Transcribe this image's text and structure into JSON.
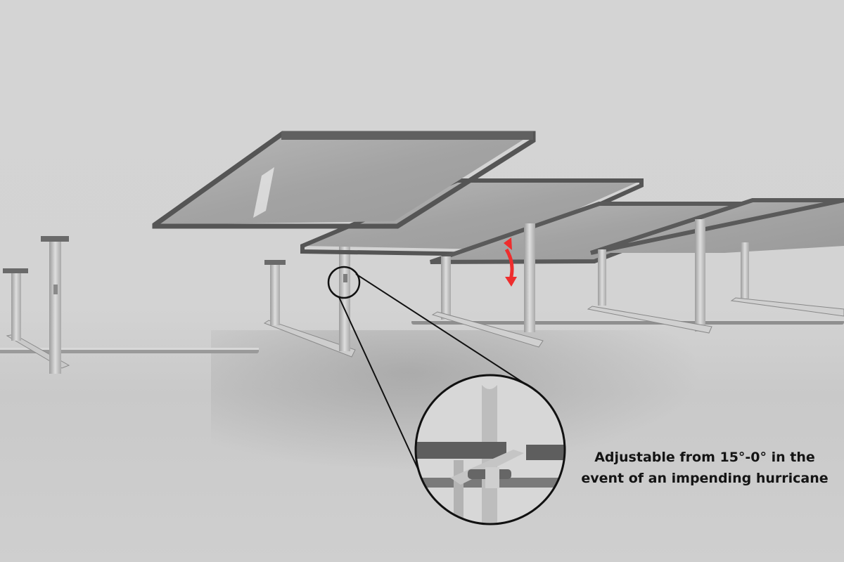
{
  "caption": {
    "line1": "Adjustable from 15°-0° in the",
    "line2": "event of an impending hurricane"
  },
  "colors": {
    "background": "#d4d4d4",
    "panel_frame": "#5f5f5f",
    "panel_glass": "#a9a9a9",
    "rail_metal": "#c4c4c4",
    "arrow": "#ee2d2d",
    "callout_line": "#111111",
    "caption_text": "#141414"
  },
  "scene": {
    "description": "Rendered ground-mount solar panel racking with tilted panels, a detail callout circle magnifying the tilt bracket, and a red double-headed arrow indicating tilt adjustment",
    "icons": [
      "tilt-adjust-arrow-icon",
      "detail-callout-circle"
    ]
  }
}
